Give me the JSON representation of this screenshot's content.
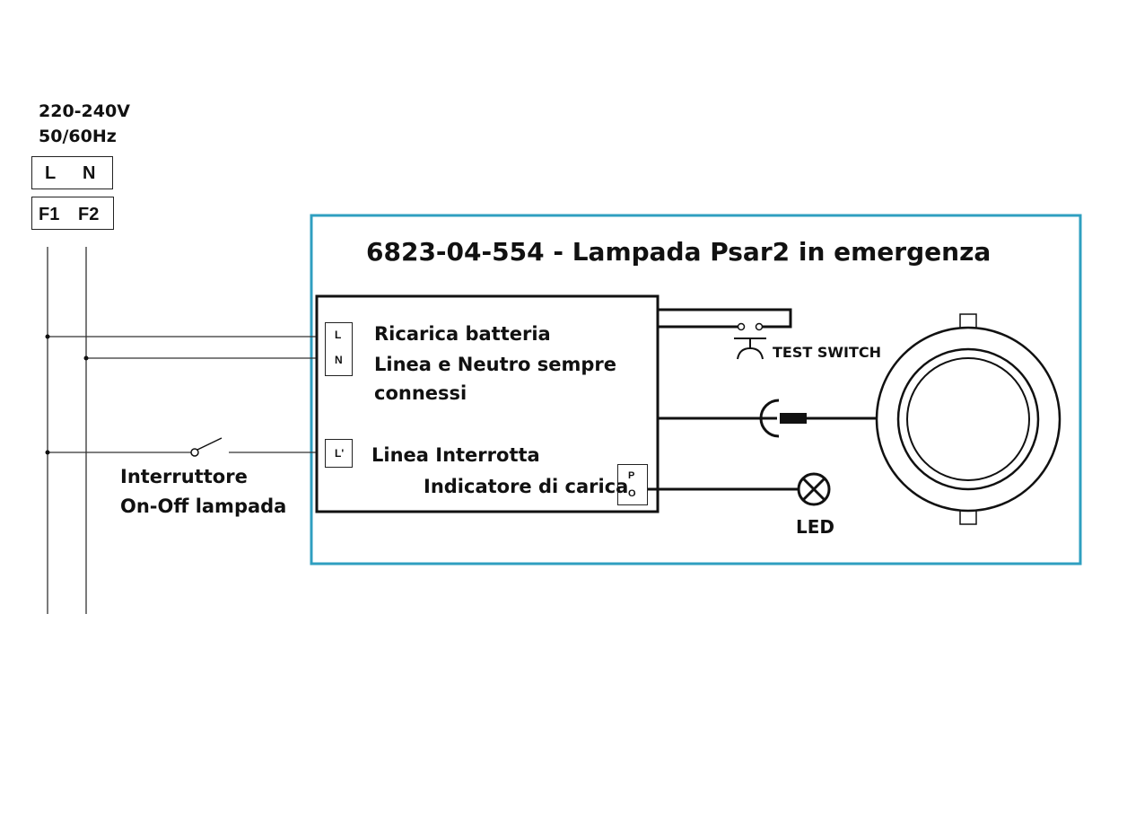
{
  "supply": {
    "voltage": "220-240V",
    "frequency": "50/60Hz",
    "terminal_top": {
      "left": "L",
      "right": "N"
    },
    "terminal_bottom": {
      "left": "F1",
      "right": "F2"
    }
  },
  "device": {
    "title": "6823-04-554 - Lampada Psar2 in emergenza",
    "frame_color": "#2f9fc0",
    "charge_label": "Ricarica batteria",
    "always_connected_line1": "Linea e Neutro sempre",
    "always_connected_line2": "connessi",
    "switched_line_label": "Linea Interrotta",
    "charge_indicator_label": "Indicatore di carica",
    "terminal_l": "L",
    "terminal_n": "N",
    "terminal_l_prime": "L'",
    "terminal_p": "P",
    "terminal_o": "O"
  },
  "switch": {
    "line1": "Interruttore",
    "line2": "On-Off lampada"
  },
  "test_switch_label": "TEST SWITCH",
  "led_label": "LED"
}
